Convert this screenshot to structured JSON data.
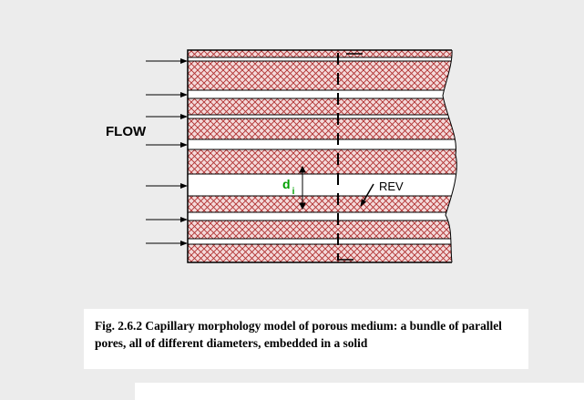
{
  "diagram": {
    "flow_label": "FLOW",
    "diameter_label_main": "d",
    "diameter_label_sub": "i",
    "rev_label": "REV"
  },
  "caption": {
    "text": "Fig. 2.6.2  Capillary morphology model of porous medium: a bundle of parallel pores, all of different diameters, embedded in a solid"
  },
  "colors": {
    "solid_hatch": "#b03030",
    "solid_background": "#f4dada",
    "pore_fill": "#ffffff",
    "outline": "#000000",
    "diameter_label": "#00a000"
  }
}
